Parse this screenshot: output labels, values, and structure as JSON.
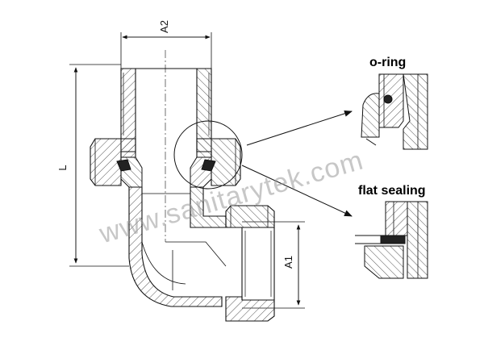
{
  "dimensions": {
    "a2": "A2",
    "l": "L",
    "a1": "A1"
  },
  "callouts": {
    "oring": "o-ring",
    "flat": "flat sealing"
  },
  "watermark": "www.sanitarytek.com",
  "colors": {
    "line": "#1a1a1a",
    "hatch": "#555555",
    "seal": "#222222",
    "watermark": "#9a9a9a"
  }
}
